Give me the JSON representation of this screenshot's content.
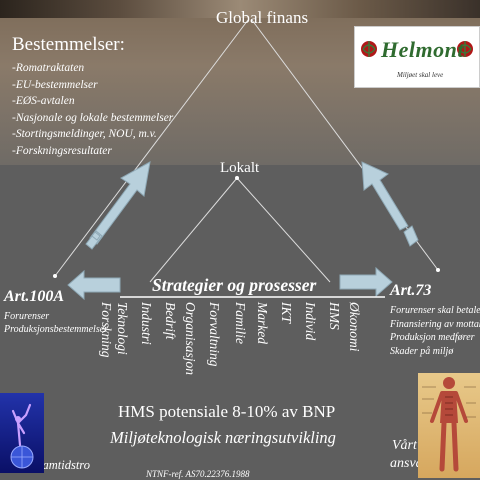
{
  "header": {
    "title": "Global finans"
  },
  "bestemmelser": {
    "heading": "Bestemmelser:",
    "items": [
      "-Romatraktaten",
      "-EU-bestemmelser",
      "-EØS-avtalen",
      "-Nasjonale og lokale bestemmelser",
      "-Stortingsmeldinger, NOU, m.v.",
      "-Forskningsresultater"
    ]
  },
  "logo": {
    "name": "Helmont",
    "tagline": "Miljøet skal leve"
  },
  "center_node": {
    "label": "Lokalt"
  },
  "strategy": {
    "label": "Strategier og prosesser"
  },
  "left_node": {
    "title": "Art.100A",
    "lines": [
      "Forurenser",
      "Produksjonsbestemmelser"
    ]
  },
  "right_node": {
    "title": "Art.73",
    "lines": [
      "Forurenser skal betale",
      "Finansiering av mottak",
      "Produksjon medfører",
      "Skader på miljø"
    ]
  },
  "vertical_labels": [
    "Forskning",
    "Teknologi",
    "Industri",
    "Bedrift",
    "Organisasjon",
    "Forvaltning",
    "Familie",
    "Marked",
    "IKT",
    "Individ",
    "HMS",
    "Økonomi"
  ],
  "bottom": {
    "potential": "HMS potensiale 8-10% av BNP",
    "subtitle": "Miljøteknologisk næringsutvikling",
    "reference": "NTNF-ref. AS70.22376.1988",
    "framtid": "Framtidstro",
    "ansvar_1": "Vårt",
    "ansvar_2": "ansvar"
  },
  "colors": {
    "arrow": "#b8d0dc",
    "logo_text": "#2f6b2f",
    "logo_ball": "#b01818",
    "text": "#ffffff"
  },
  "icons": {
    "logo_balls": "rose-ball-icon",
    "figure": "anatomy-figure-icon",
    "globe": "globe-figure-icon"
  }
}
